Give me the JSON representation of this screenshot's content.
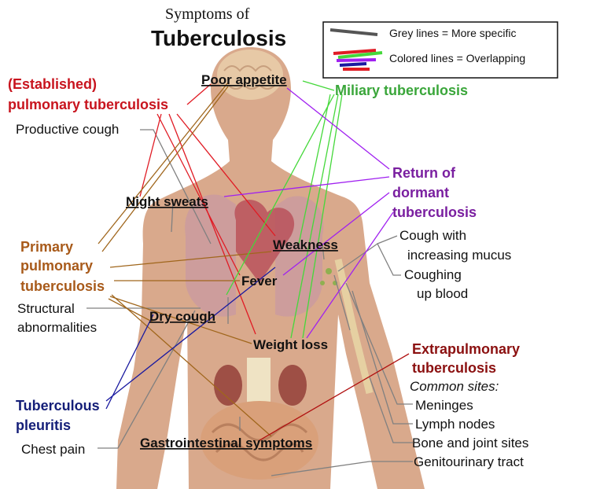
{
  "title": {
    "line1": "Symptoms of",
    "line2": "Tuberculosis"
  },
  "legend": {
    "grey": "Grey lines = More specific",
    "colored": "Colored lines = Overlapping"
  },
  "colors": {
    "established": "#c8141e",
    "miliary": "#3aa63a",
    "dormant": "#7a1fa0",
    "primary": "#a85a1a",
    "pleuritis": "#141e78",
    "extrapulmonary": "#8b1010",
    "grey": "#808080",
    "body": "#d9a98c"
  },
  "categories": {
    "established_1": "(Established)",
    "established_2": "pulmonary tuberculosis",
    "miliary": "Miliary tuberculosis",
    "dormant_1": "Return of",
    "dormant_2": "dormant",
    "dormant_3": "tuberculosis",
    "primary_1": "Primary",
    "primary_2": "pulmonary",
    "primary_3": "tuberculosis",
    "pleuritis_1": "Tuberculous",
    "pleuritis_2": "pleuritis",
    "extra_1": "Extrapulmonary",
    "extra_2": "tuberculosis",
    "extra_sub": "Common sites:"
  },
  "symptoms": {
    "poor_appetite": "Poor appetite",
    "night_sweats": "Night sweats",
    "weakness": "Weakness",
    "fever": "Fever",
    "dry_cough": "Dry cough",
    "weight_loss": "Weight loss",
    "gi": "Gastrointestinal symptoms"
  },
  "labels": {
    "productive_cough": "Productive cough",
    "cough_mucus_1": "Cough with",
    "cough_mucus_2": "increasing mucus",
    "coughing_blood_1": "Coughing",
    "coughing_blood_2": "up blood",
    "structural_1": "Structural",
    "structural_2": "abnormalities",
    "chest_pain": "Chest pain",
    "meninges": "Meninges",
    "lymph": "Lymph nodes",
    "bone": "Bone and joint sites",
    "genito": "Genitourinary tract"
  }
}
